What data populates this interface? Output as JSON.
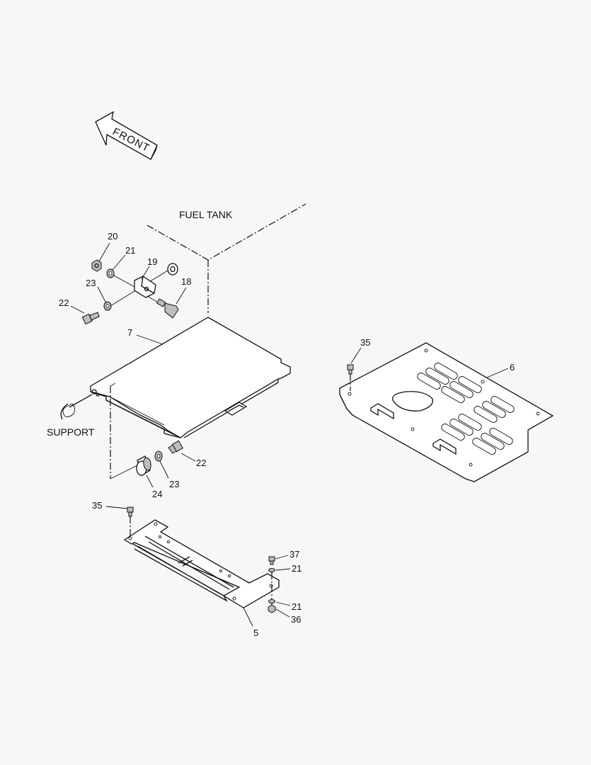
{
  "diagram": {
    "front_label": "FRONT",
    "fuel_tank_label": "FUEL TANK",
    "support_label": "SUPPORT",
    "callouts": {
      "p20": "20",
      "p21_top": "21",
      "p19": "19",
      "p23_top": "23",
      "p18": "18",
      "p22_top": "22",
      "p7": "7",
      "p35_right": "35",
      "p6": "6",
      "p22_mid": "22",
      "p23_mid": "23",
      "p24": "24",
      "p35_bottom": "35",
      "p37": "37",
      "p21_b1": "21",
      "p21_b2": "21",
      "p36": "36",
      "p5": "5"
    }
  }
}
